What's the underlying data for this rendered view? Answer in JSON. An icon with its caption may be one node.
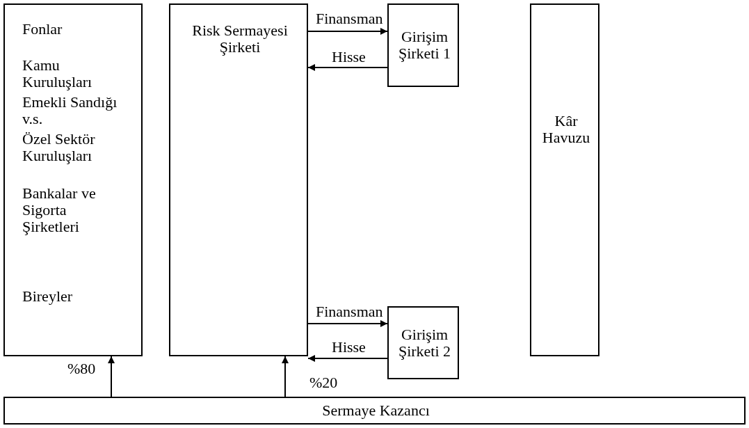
{
  "diagram": {
    "nodes": [
      {
        "text": [
          "Fonlar",
          "Kamu Kuruluşları",
          "Emekli Sandığı v.s.",
          "Özel Sektör Kuruluşları",
          "Bankalar ve Sigorta Şirketleri",
          "Bireyler"
        ]
      },
      {
        "text": [
          "Risk Sermayesi Şirketi"
        ]
      },
      {
        "text": [
          "Girişim Şirketi 1"
        ]
      },
      {
        "text": [
          "Girişim Şirketi 2"
        ]
      },
      {
        "text": [
          "Kâr Havuzu"
        ]
      },
      {
        "text": [
          "Sermaye Kazancı"
        ]
      }
    ],
    "edges": [
      {
        "from": 1,
        "to": 2,
        "arrow": "to",
        "label": "Finansman"
      },
      {
        "from": 2,
        "to": 1,
        "arrow": "to",
        "label": "Hisse"
      },
      {
        "from": 1,
        "to": 3,
        "arrow": "to",
        "label": "Finansman"
      },
      {
        "from": 3,
        "to": 1,
        "arrow": "to",
        "label": "Hisse"
      },
      {
        "from": 5,
        "to": 0,
        "arrow": "to",
        "label": "%80"
      },
      {
        "from": 5,
        "to": 1,
        "arrow": "to",
        "label": "%20"
      }
    ]
  }
}
